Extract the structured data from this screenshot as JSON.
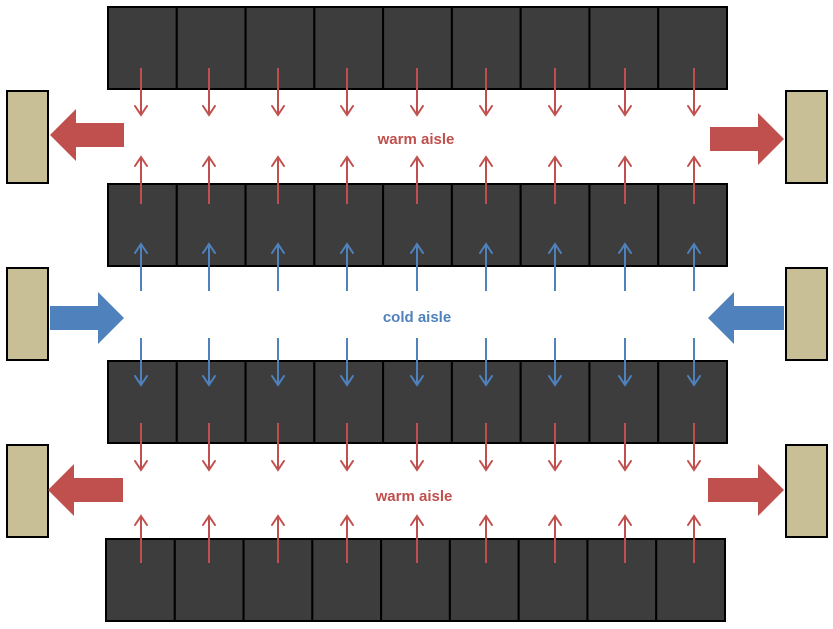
{
  "labels": {
    "warm_aisle_top": "warm aisle",
    "cold_aisle": "cold aisle",
    "warm_aisle_bottom": "warm aisle"
  },
  "rack_rows": [
    {
      "id": "row-1",
      "cabinets": 9
    },
    {
      "id": "row-2",
      "cabinets": 9
    },
    {
      "id": "row-3",
      "cabinets": 9
    },
    {
      "id": "row-4",
      "cabinets": 9
    }
  ],
  "colors": {
    "rack_fill": "#3d3d3d",
    "rack_stroke": "#000000",
    "warm": "#c0504d",
    "cold": "#4f81bd",
    "cooling_unit_fill": "#c8bf97",
    "cooling_unit_stroke": "#000000"
  }
}
